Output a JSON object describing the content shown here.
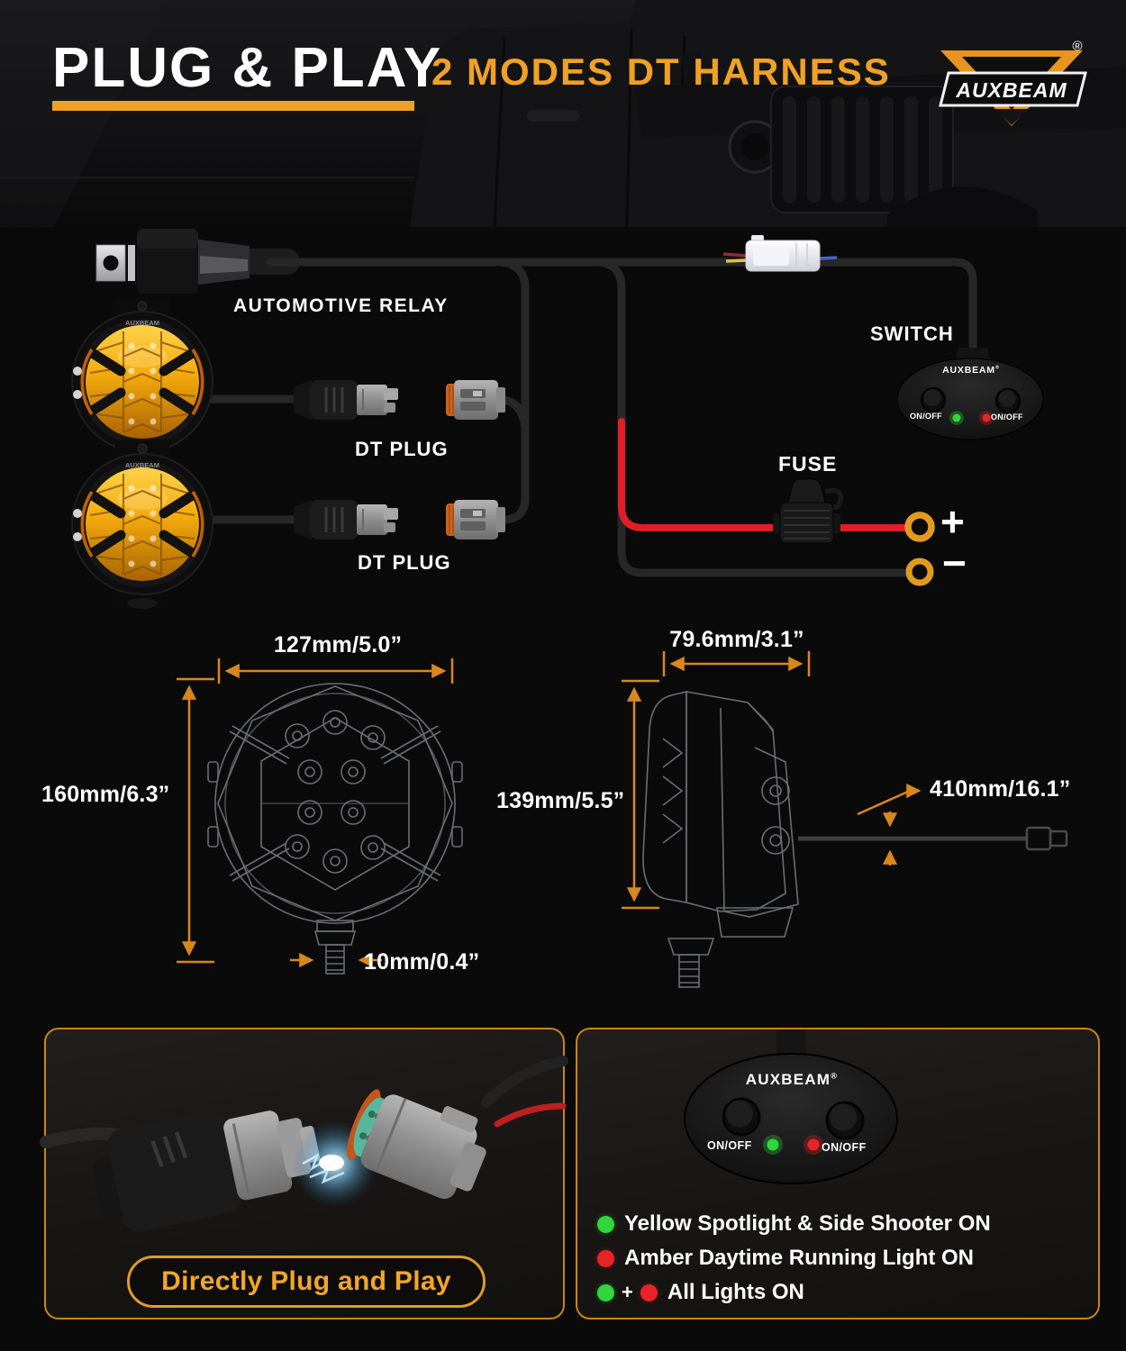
{
  "header": {
    "title_main": "PLUG & PLAY",
    "title_sub": "2 MODES DT HARNESS",
    "brand": "AUXBEAM",
    "reg": "®"
  },
  "diagram": {
    "relay_label": "AUTOMOTIVE RELAY",
    "dt_plug_labels": [
      "DT PLUG",
      "DT PLUG"
    ],
    "switch_label": "SWITCH",
    "fuse_label": "FUSE",
    "positive": "+",
    "negative": "−",
    "light_brand": "AUXBEAM",
    "switch_pod": {
      "brand": "AUXBEAM",
      "reg": "®",
      "on_off_left": "ON/OFF",
      "on_off_right": "ON/OFF"
    }
  },
  "dimensions": {
    "front_width": "127mm/5.0”",
    "front_height": "160mm/6.3”",
    "mount_bolt": "10mm/0.4”",
    "side_depth": "79.6mm/3.1”",
    "side_height": "139mm/5.5”",
    "cable_length": "410mm/16.1”"
  },
  "plug_panel": {
    "caption": "Directly Plug and Play"
  },
  "switch_panel": {
    "pod": {
      "brand": "AUXBEAM",
      "reg": "®",
      "on_off_left": "ON/OFF",
      "on_off_right": "ON/OFF"
    },
    "legend": [
      {
        "dots": [
          "green"
        ],
        "text": "Yellow Spotlight & Side Shooter ON"
      },
      {
        "dots": [
          "red"
        ],
        "text": "Amber Daytime Running Light ON"
      },
      {
        "dots": [
          "green",
          "red"
        ],
        "joiner": "+",
        "text": "All Lights ON"
      }
    ]
  },
  "colors": {
    "accent_orange": "#f0a125",
    "arrow_orange": "#d8871c",
    "panel_border": "#c8860f",
    "led_green": "#2fd63c",
    "led_red": "#e82326",
    "wire_red": "#e11e26",
    "amber_light": "#f2a90c"
  }
}
